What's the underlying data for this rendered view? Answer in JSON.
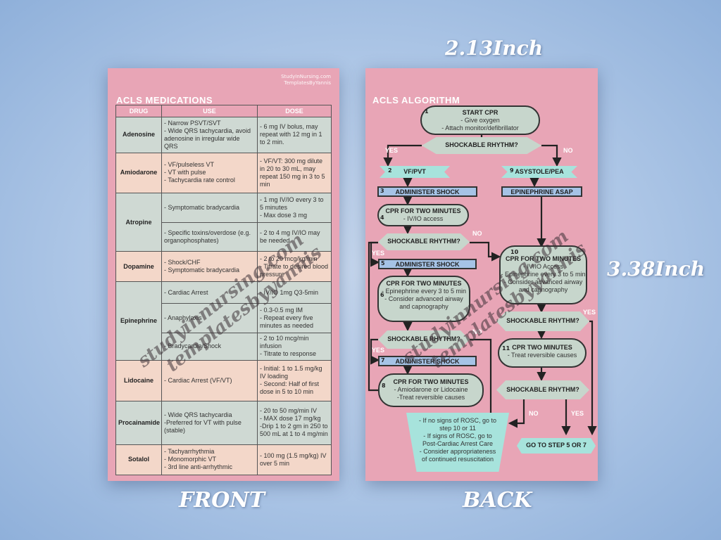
{
  "dimensions": {
    "width_label": "2.13Inch",
    "height_label": "3.38Inch"
  },
  "footer": {
    "front": "FRONT",
    "back": "BACK"
  },
  "watermark": {
    "line1": "studyinnursing.com",
    "line2": "templatesbyyannis"
  },
  "front": {
    "credit_line1": "StudyInNursing.com",
    "credit_line2": "TemplatesByYannis",
    "title": "ACLS MEDICATIONS",
    "headers": [
      "DRUG",
      "USE",
      "DOSE"
    ],
    "rows": [
      {
        "drug": "Adenosine",
        "use": [
          "- Narrow PSVT/SVT",
          "- Wide QRS tachycardia, avoid adenosine in irregular wide QRS"
        ],
        "dose": [
          "- 6 mg IV bolus, may repeat with 12 mg in 1 to 2 min."
        ]
      },
      {
        "drug": "Amiodarone",
        "use": [
          "- VF/pulseless VT",
          "- VT with pulse",
          "- Tachycardia rate control"
        ],
        "dose": [
          "- VF/VT: 300 mg dilute in 20 to 30 mL, may repeat 150 mg in 3 to 5 min"
        ]
      },
      {
        "drug": "Atropine",
        "use": [
          "- Symptomatic bradycardia"
        ],
        "dose": [
          "- 1 mg IV/IO every 3 to 5 minutes",
          "- Max dose 3 mg"
        ]
      },
      {
        "drug": "",
        "use": [
          "- Specific toxins/overdose (e.g. organophosphates)"
        ],
        "dose": [
          "- 2 to 4 mg IV/IO may be needed"
        ]
      },
      {
        "drug": "Dopamine",
        "use": [
          "- Shock/CHF",
          "- Symptomatic bradycardia"
        ],
        "dose": [
          "- 2 to 20 mcg/kg/min",
          "- Titrate to desired blood pressure"
        ]
      },
      {
        "drug": "Epinephrine",
        "use": [
          "- Cardiac Arrest"
        ],
        "dose": [
          "- IV/IO 1mg Q3-5min"
        ]
      },
      {
        "drug": "",
        "use": [
          "- Anaphylaxis"
        ],
        "dose": [
          "- 0.3-0.5 mg IM",
          "- Repeat every five minutes as needed"
        ]
      },
      {
        "drug": "",
        "use": [
          "- Bradycardia/Shock"
        ],
        "dose": [
          "- 2 to 10 mcg/min infusion",
          "- Titrate to response"
        ]
      },
      {
        "drug": "Lidocaine",
        "use": [
          "- Cardiac Arrest (VF/VT)"
        ],
        "dose": [
          "- Initial: 1 to 1.5 mg/kg IV loading",
          "- Second: Half of first dose in 5 to 10 min"
        ]
      },
      {
        "drug": "Procainamide",
        "use": [
          "- Wide QRS tachycardia",
          "-Preferred for VT with pulse (stable)"
        ],
        "dose": [
          "- 20 to 50 mg/min IV",
          "- MAX dose 17 mg/kg",
          "-Drip 1 to 2 gm in 250 to 500 mL at 1 to 4 mg/min"
        ]
      },
      {
        "drug": "Sotalol",
        "use": [
          "- Tachyarrhythmia",
          "- Monomorphic VT",
          "- 3rd line anti-arrhythmic"
        ],
        "dose": [
          "- 100 mg (1.5 mg/kg) IV over 5 min"
        ]
      }
    ]
  },
  "back": {
    "title": "ACLS ALGORITHM",
    "start": {
      "num": "1",
      "title": "START CPR",
      "l1": "- Give oxygen",
      "l2": "- Attach monitor/defibrillator"
    },
    "shockable1": "SHOCKABLE RHYTHM?",
    "yes": "YES",
    "no": "NO",
    "vf": {
      "num": "2",
      "label": "VF/PVT"
    },
    "asys": {
      "num": "9",
      "label": "ASYSTOLE/PEA"
    },
    "shock3": {
      "num": "3",
      "label": "ADMINISTER SHOCK"
    },
    "epi": "EPINEPHRINE ASAP",
    "cpr4": {
      "num": "4",
      "title": "CPR FOR TWO MINUTES",
      "l1": "- IV/IO access"
    },
    "shockable2": "SHOCKABLE RHYTHM?",
    "cpr10": {
      "num": "10",
      "title": "CPR FOR TWO MINUTES",
      "l1": "- IV/IO Access",
      "l2": "- Epinephrine every 3 to 5 min",
      "l3": "- Consider advanced airway and capnography"
    },
    "shock5": {
      "num": "5",
      "label": "ADMINISTER SHOCK"
    },
    "cpr6": {
      "num": "6",
      "title": "CPR FOR TWO MINUTES",
      "l1": "- Epinephrine every 3 to 5 min",
      "l2": "- Consider advanced airway and capnography"
    },
    "shockable3": "SHOCKABLE RHYTHM?",
    "shockable4": "SHOCKABLE RHYTHM?",
    "shock7": {
      "num": "7",
      "label": "ADMINISTER SHOCK"
    },
    "cpr11": {
      "num": "11",
      "title": "CPR TWO MINUTES",
      "l1": "- Treat reversible causes"
    },
    "cpr8": {
      "num": "8",
      "title": "CPR FOR TWO MINUTES",
      "l1": "- Amiodarone or Lidocaine",
      "l2": "-Treat reversible causes"
    },
    "shockable5": "SHOCKABLE RHYTHM?",
    "rosc": {
      "l1": "- If no signs of ROSC, go to step 10 or 11",
      "l2": "- If signs of ROSC, go to Post-Cardiac Arrest Care",
      "l3": "- Consider appropriateness of continued resuscitation"
    },
    "goto": "GO TO STEP 5 OR 7",
    "colors": {
      "oval": "#c7d6cc",
      "blue": "#a5c3e6",
      "teal": "#a7e3dc",
      "card": "#e8a5b6"
    }
  }
}
